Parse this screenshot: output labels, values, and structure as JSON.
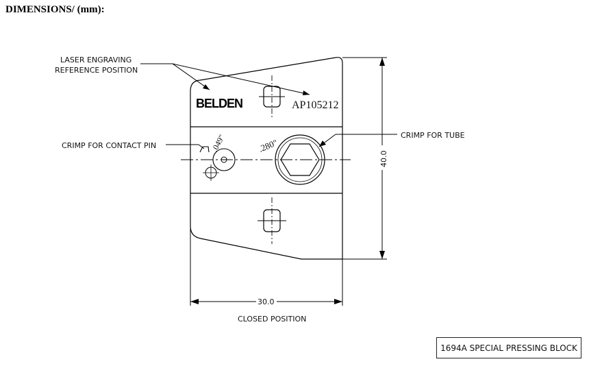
{
  "heading": "DIMENSIONS/ (mm):",
  "labels": {
    "laser_engraving_line1": "LASER ENGRAVING",
    "laser_engraving_line2": "REFERENCE POSITION",
    "crimp_contact_pin": "CRIMP FOR CONTACT PIN",
    "crimp_tube": "CRIMP FOR TUBE",
    "closed_position": "CLOSED POSITION"
  },
  "engraving": {
    "brand": "BELDEN",
    "part_number": "AP105212"
  },
  "dimensions": {
    "height": "40.0",
    "width": "30.0",
    "pin_diameter": ".049\"",
    "tube_diameter": ".280\""
  },
  "title_block": "1694A SPECIAL PRESSING BLOCK",
  "colors": {
    "line": "#000000",
    "text": "#111111"
  }
}
